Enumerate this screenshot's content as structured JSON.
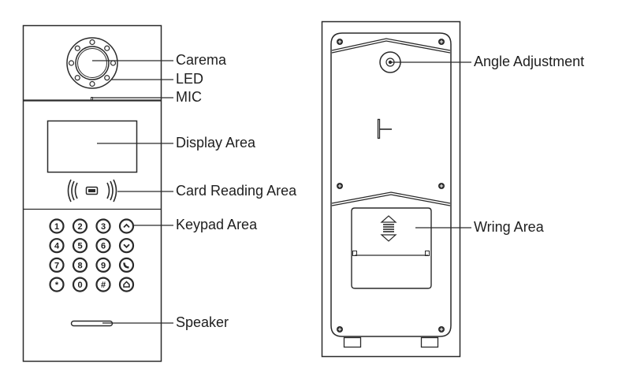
{
  "diagram": {
    "subject": "Door phone outdoor station - front and back views",
    "colors": {
      "line": "#2a2a2a",
      "text": "#1e1e1e",
      "background": "#ffffff"
    },
    "front_labels": [
      {
        "id": "camera",
        "text": "Carema"
      },
      {
        "id": "led",
        "text": "LED"
      },
      {
        "id": "mic",
        "text": "MIC"
      },
      {
        "id": "display",
        "text": "Display Area"
      },
      {
        "id": "card",
        "text": "Card Reading Area"
      },
      {
        "id": "keypad",
        "text": "Keypad Area"
      },
      {
        "id": "speaker",
        "text": "Speaker"
      }
    ],
    "back_labels": [
      {
        "id": "angle",
        "text": "Angle Adjustment"
      },
      {
        "id": "wiring",
        "text": "Wring Area"
      }
    ],
    "keypad": {
      "keys": [
        "1",
        "2",
        "3",
        "up-icon",
        "4",
        "5",
        "6",
        "down-icon",
        "7",
        "8",
        "9",
        "call-icon",
        "*",
        "0",
        "#",
        "home-icon"
      ]
    },
    "card_reader_icon": "rfid-card-icon"
  }
}
